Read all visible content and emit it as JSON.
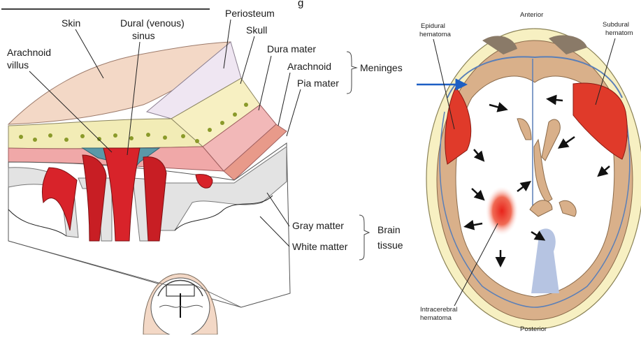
{
  "left_panel": {
    "labels": {
      "skin": "Skin",
      "dural_line1": "Dural (venous)",
      "dural_line2": "sinus",
      "periosteum": "Periosteum",
      "skull": "Skull",
      "dura_mater": "Dura mater",
      "arachnoid": "Arachnoid",
      "pia_mater": "Pia mater",
      "meninges": "Meninges",
      "arachnoid_villus_line1": "Arachnoid",
      "arachnoid_villus_line2": "villus",
      "gray_matter": "Gray matter",
      "white_matter": "White matter",
      "brain_tissue_line1": "Brain",
      "brain_tissue_line2": "tissue"
    },
    "header_fragment": "g"
  },
  "right_panel": {
    "labels": {
      "anterior": "Anterior",
      "posterior": "Posterior",
      "epidural_line1": "Epidural",
      "epidural_line2": "hematoma",
      "subdural_line1": "Subdural",
      "subdural_line2": "hematom",
      "intracerebral_line1": "Intracerebral",
      "intracerebral_line2": "hematoma"
    }
  },
  "colors": {
    "skin": "#f3d8c6",
    "periosteum": "#efe6f2",
    "skull": "#f7f0c2",
    "dura": "#f2b8b8",
    "vessel": "#d8232a",
    "sinus": "#5a98a8",
    "gray_matter": "#e6e6e6",
    "white_matter": "#ffffff",
    "brain_tan": "#d9b08a",
    "hematoma": "#e03a2a",
    "arrow_blue": "#1d5fc4"
  }
}
